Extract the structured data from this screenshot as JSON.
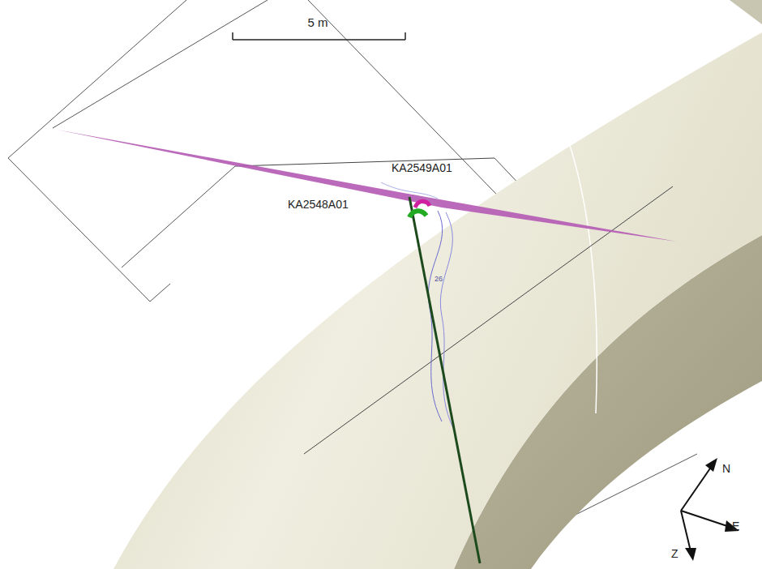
{
  "diagram": {
    "labels": [
      "5 m",
      "KA2549A01",
      "KA2548A01",
      "26",
      "N",
      "E",
      "Z"
    ]
  }
}
